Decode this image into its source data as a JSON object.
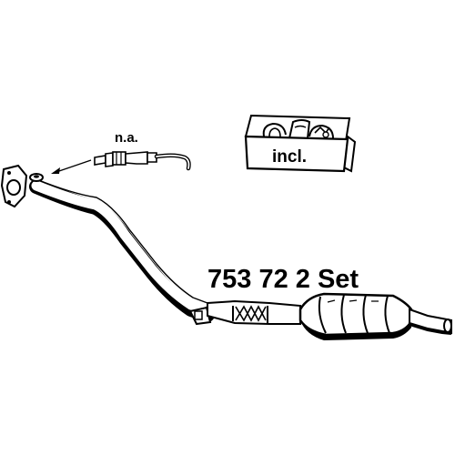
{
  "labels": {
    "sensor_note": "n.a.",
    "kit_note": "incl.",
    "part_number": "753 72 2 Set"
  },
  "components": {
    "exhaust_pipe": "exhaust-pipe-icon",
    "catalytic_converter": "catalytic-converter-icon",
    "lambda_sensor": "lambda-sensor-icon",
    "mounting_kit_box": "mounting-kit-box-icon"
  },
  "colors": {
    "line": "#000000",
    "background": "#ffffff"
  }
}
